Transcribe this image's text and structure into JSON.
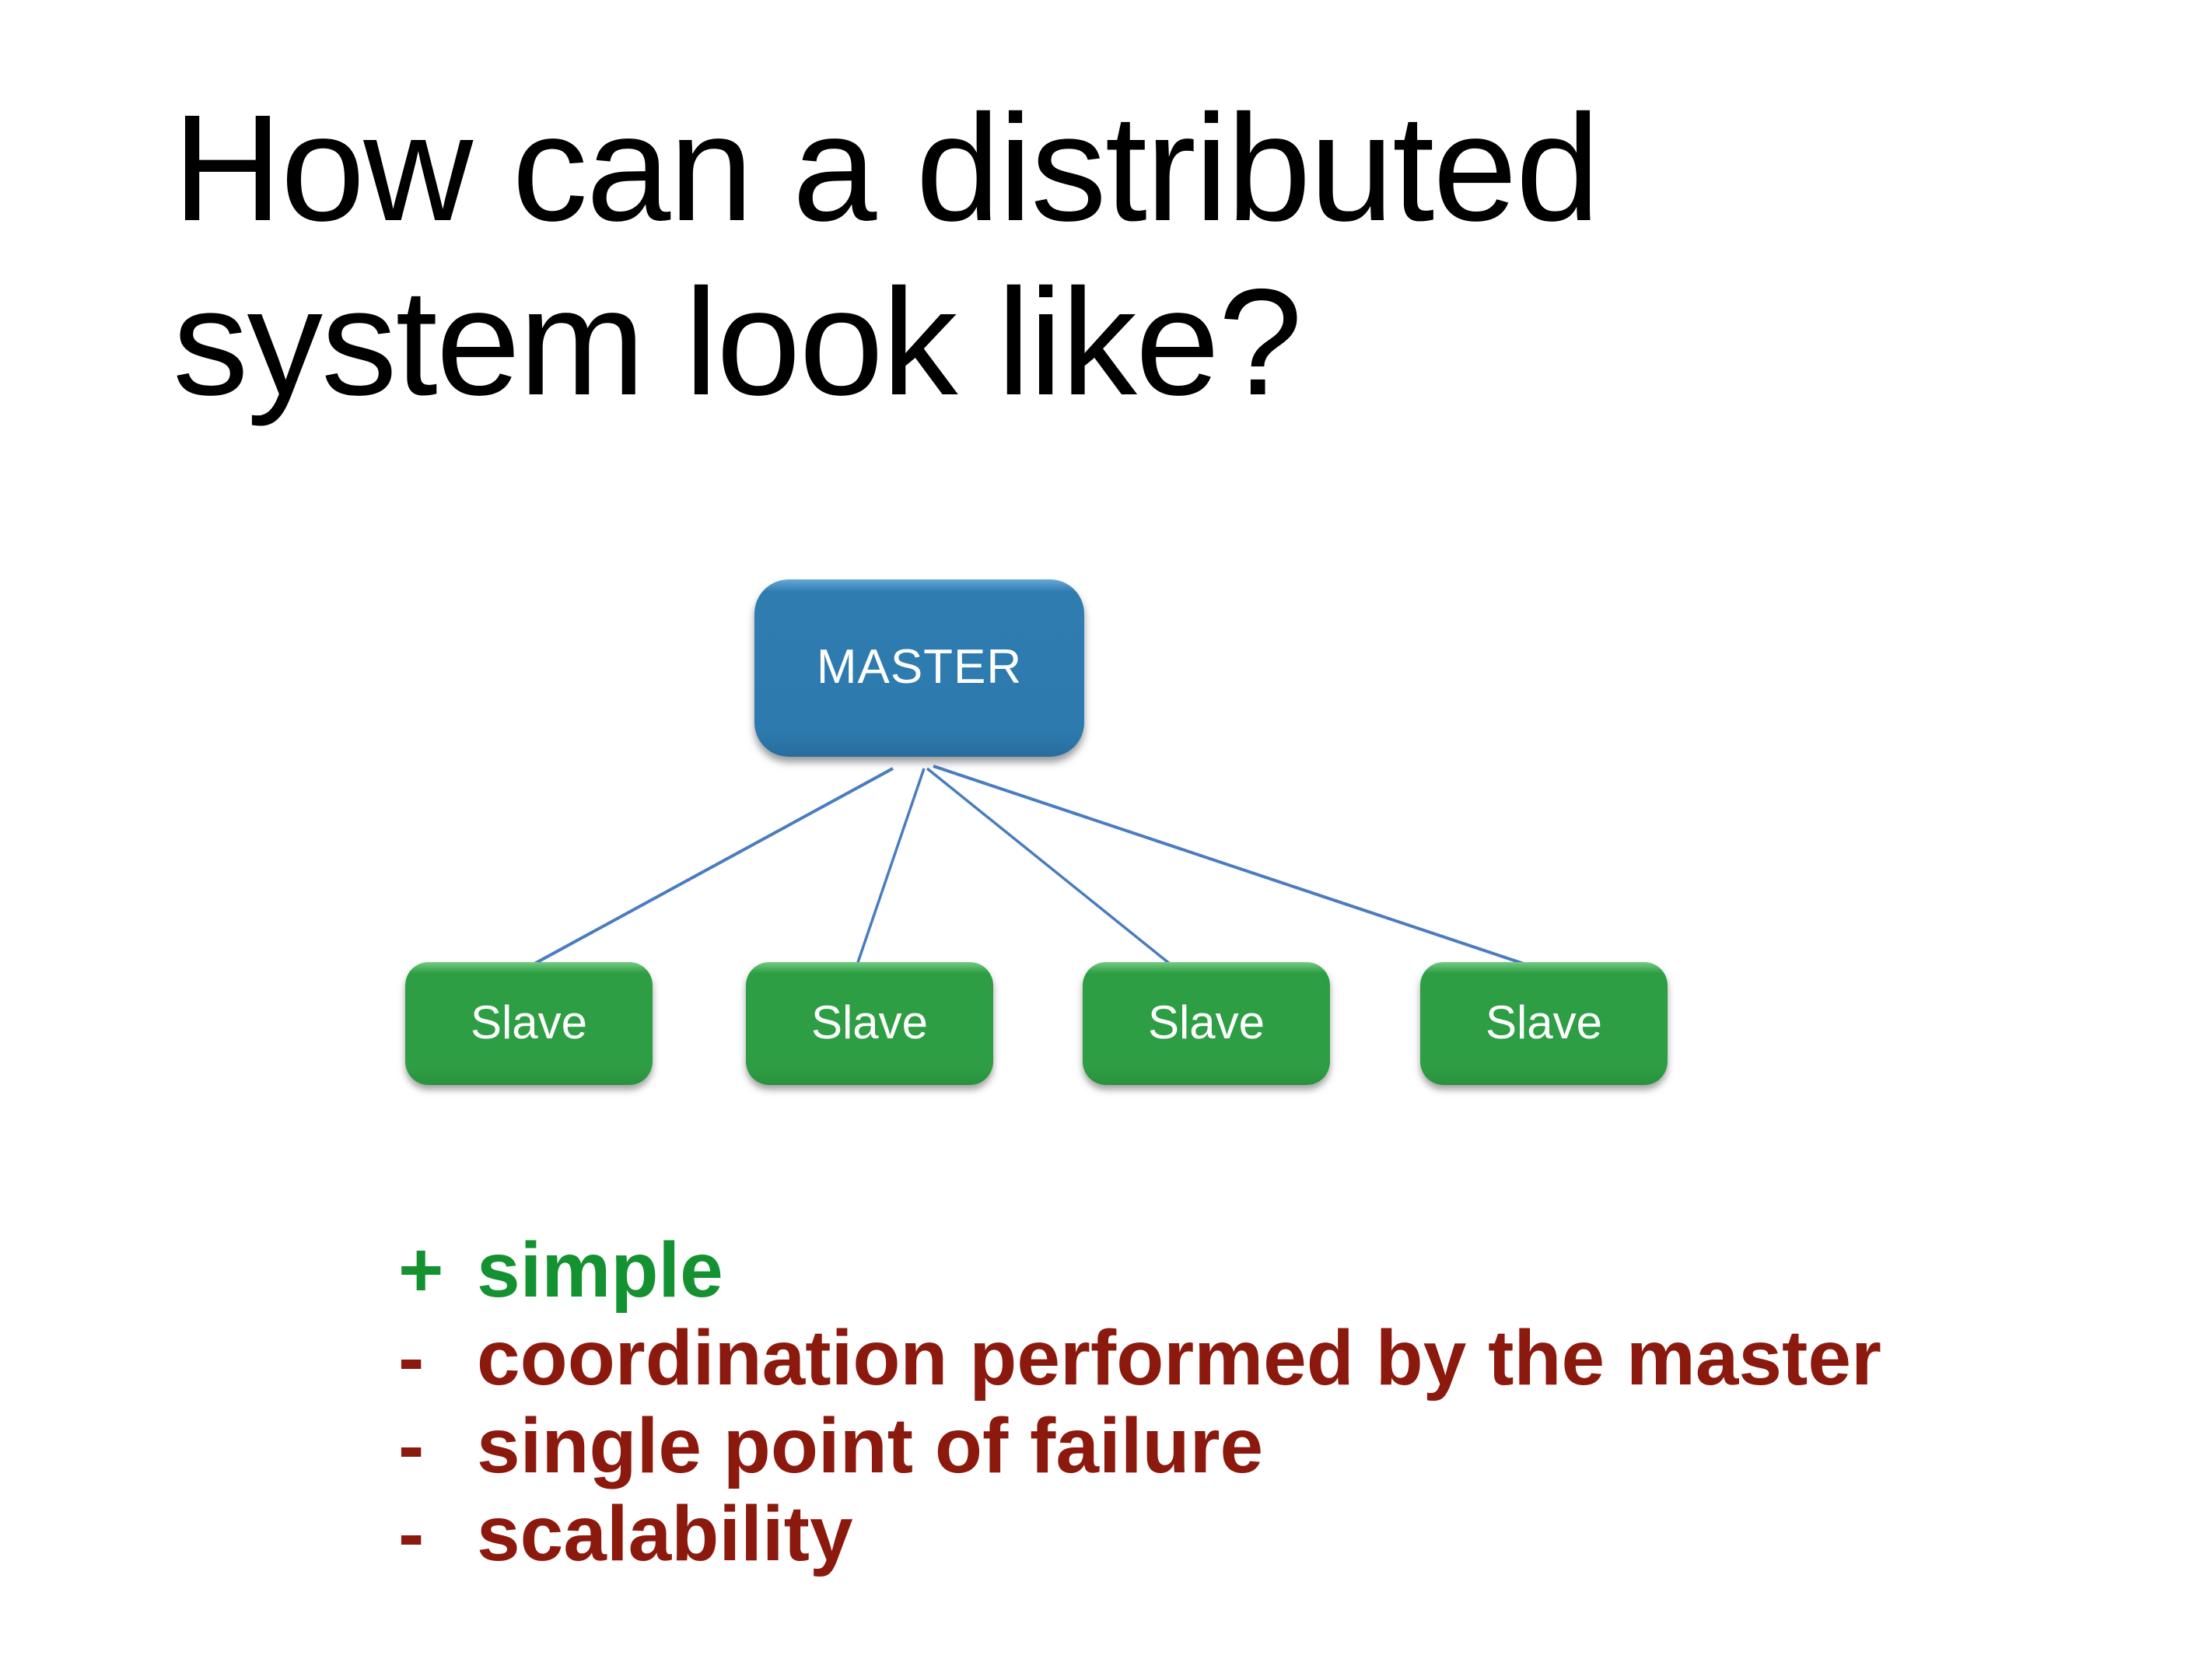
{
  "slide": {
    "title": "How can a distributed\nsystem look like?",
    "background_color": "#ffffff",
    "title_color": "#000000"
  },
  "diagram": {
    "master": {
      "label": "MASTER",
      "fill_color": "#2e7cb0",
      "text_color": "#ffffff"
    },
    "slaves": [
      {
        "label": "Slave"
      },
      {
        "label": "Slave"
      },
      {
        "label": "Slave"
      },
      {
        "label": "Slave"
      }
    ],
    "slave_fill_color": "#2e9e44",
    "slave_text_color": "#ffffff",
    "connector_color": "#4a7cbf"
  },
  "bullets": [
    {
      "marker": "+",
      "text": "simple",
      "type": "pro",
      "color": "#149231"
    },
    {
      "marker": "-",
      "text": "coordination performed by the master",
      "type": "con",
      "color": "#8c190e"
    },
    {
      "marker": "-",
      "text": "single point of failure",
      "type": "con",
      "color": "#8c190e"
    },
    {
      "marker": "-",
      "text": "scalability",
      "type": "con",
      "color": "#8c190e"
    }
  ]
}
